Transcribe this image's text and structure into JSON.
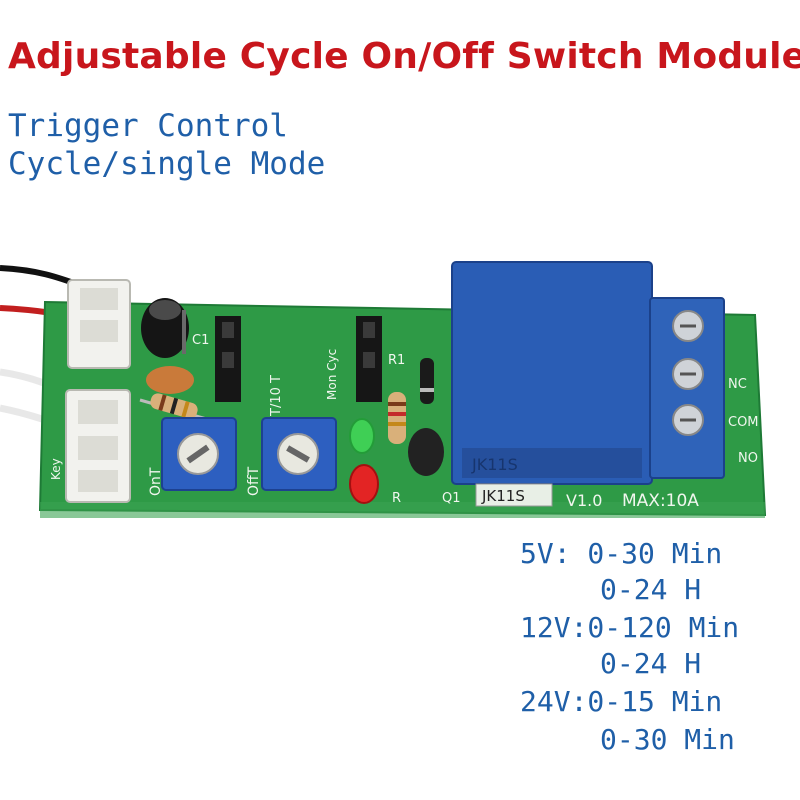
{
  "heading": {
    "title": "Adjustable Cycle On/Off Switch Module",
    "subtitle_line1": "Trigger Control",
    "subtitle_line2": "Cycle/single Mode"
  },
  "specs": [
    "5V: 0-30 Min",
    "0-24 H",
    "12V:0-120 Min",
    "0-24 H",
    "24V:0-15 Min",
    "0-30 Min"
  ],
  "board": {
    "model": "JK11S",
    "version": "V1.0",
    "max_current": "MAX:10A",
    "terminal_nc": "NC",
    "terminal_com": "COM",
    "terminal_no": "NO",
    "label_c1": "C1",
    "label_r1": "R1",
    "label_q1": "Q1",
    "label_r": "R",
    "label_t10": "T/10 T",
    "label_mon": "Mon Cyc",
    "label_ont": "OnT",
    "label_offt": "OffT",
    "label_key": "Key",
    "relay_text": "JK11S",
    "colors": {
      "pcb": "#2e9a46",
      "relay": "#2a5db5",
      "terminal": "#2f63b9",
      "title_red": "#c8161c",
      "text_blue": "#1f5fa8"
    }
  }
}
